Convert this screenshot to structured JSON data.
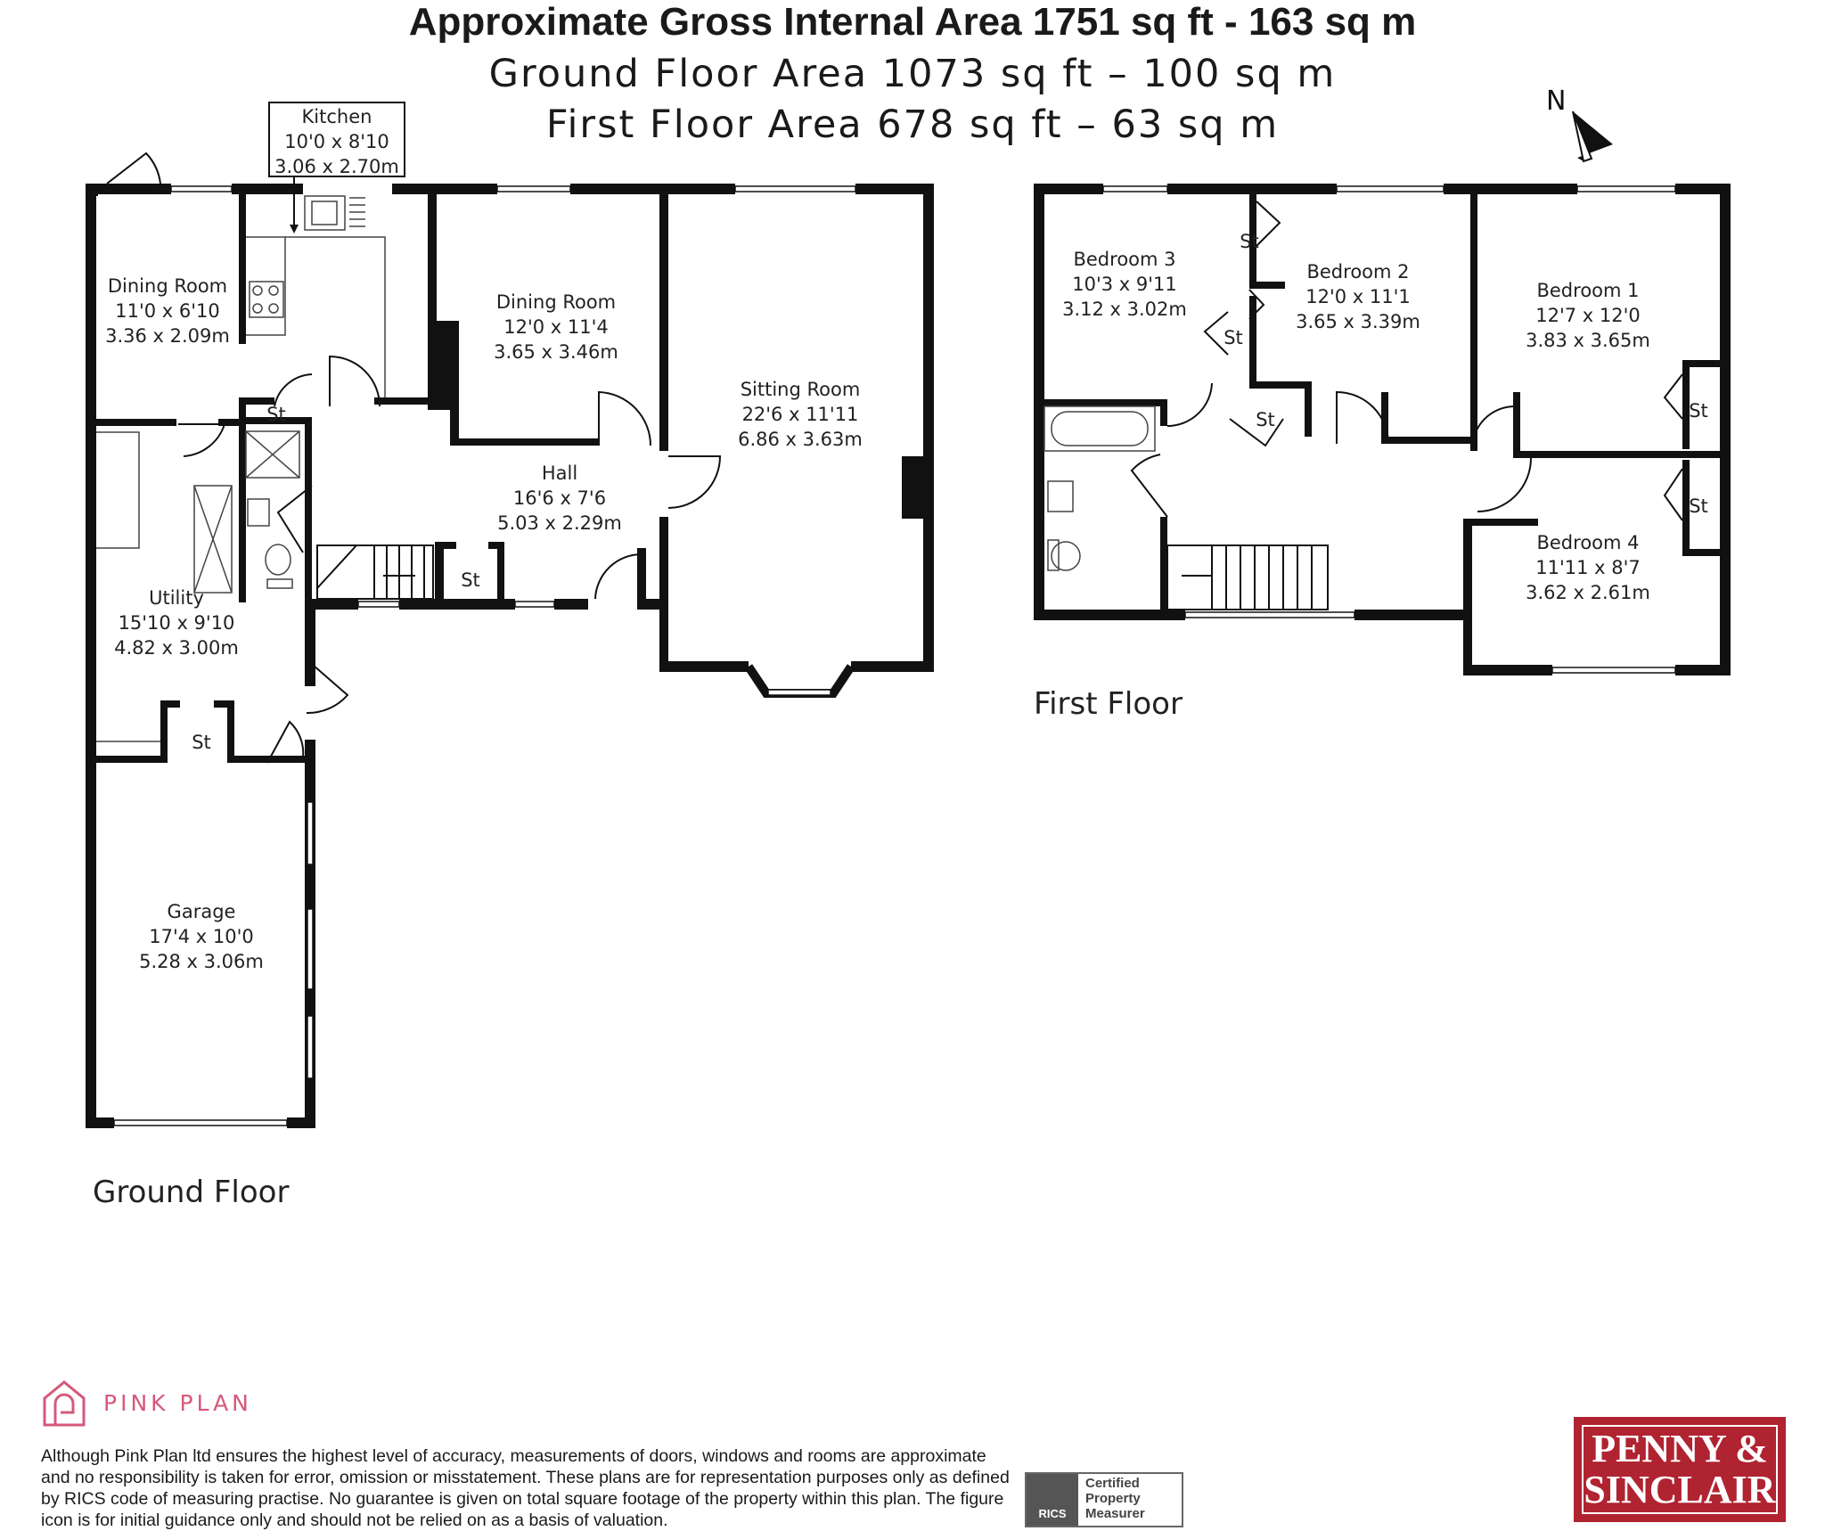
{
  "header": {
    "title": "Approximate Gross Internal Area 1751 sq ft - 163 sq m",
    "ground_area": "Ground Floor Area 1073 sq ft – 100 sq m",
    "first_area": "First Floor Area 678 sq ft – 63 sq m"
  },
  "compass": {
    "label": "N"
  },
  "ground_floor": {
    "label": "Ground Floor",
    "rooms": [
      {
        "id": "kitchen",
        "lines": [
          "Kitchen",
          "10'0 x 8'10",
          "3.06 x 2.70m"
        ]
      },
      {
        "id": "dining-room-left",
        "lines": [
          "Dining Room",
          "11'0 x 6'10",
          "3.36 x 2.09m"
        ]
      },
      {
        "id": "dining-room-main",
        "lines": [
          "Dining Room",
          "12'0 x 11'4",
          "3.65 x 3.46m"
        ]
      },
      {
        "id": "sitting-room",
        "lines": [
          "Sitting Room",
          "22'6 x 11'11",
          "6.86 x 3.63m"
        ]
      },
      {
        "id": "hall",
        "lines": [
          "Hall",
          "16'6 x 7'6",
          "5.03 x 2.29m"
        ]
      },
      {
        "id": "utility",
        "lines": [
          "Utility",
          "15'10 x 9'10",
          "4.82 x 3.00m"
        ]
      },
      {
        "id": "garage",
        "lines": [
          "Garage",
          "17'4 x 10'0",
          "5.28 x 3.06m"
        ]
      }
    ],
    "storage": [
      "St",
      "St",
      "St"
    ]
  },
  "first_floor": {
    "label": "First Floor",
    "rooms": [
      {
        "id": "bedroom-3",
        "lines": [
          "Bedroom 3",
          "10'3 x 9'11",
          "3.12 x 3.02m"
        ]
      },
      {
        "id": "bedroom-2",
        "lines": [
          "Bedroom 2",
          "12'0 x 11'1",
          "3.65 x 3.39m"
        ]
      },
      {
        "id": "bedroom-1",
        "lines": [
          "Bedroom 1",
          "12'7 x 12'0",
          "3.83 x 3.65m"
        ]
      },
      {
        "id": "bedroom-4",
        "lines": [
          "Bedroom 4",
          "11'11 x 8'7",
          "3.62 x 2.61m"
        ]
      }
    ],
    "storage": [
      "St",
      "St",
      "St",
      "St",
      "St"
    ]
  },
  "footer": {
    "brand": "PINK PLAN",
    "disclaimer": "Although Pink Plan ltd ensures the highest level of accuracy, measurements of doors, windows and rooms are approximate and no responsibility is taken for error, omission or misstatement. These plans are for representation purposes only as defined by RICS code of measuring practise. No guarantee is given on total square footage of the property within this plan. The figure icon is for initial guidance only and should not be relied on as a basis of valuation.",
    "rics_mark": "RICS",
    "rics_lines": [
      "Certified",
      "Property",
      "Measurer"
    ],
    "agent_lines": [
      "PENNY &",
      "SINCLAIR"
    ],
    "colors": {
      "brand_pink": "#d6587b",
      "agent_red": "#b02331"
    }
  }
}
